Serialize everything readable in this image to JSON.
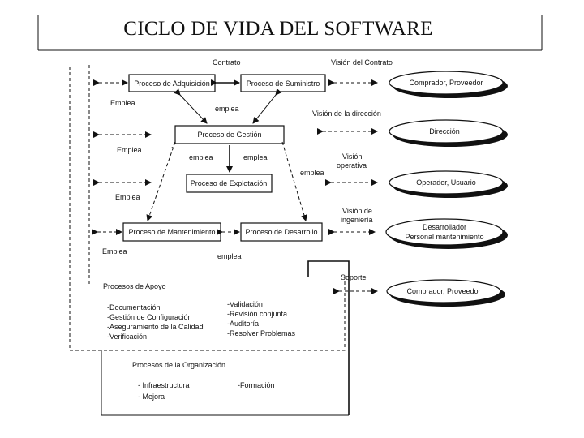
{
  "title": "CICLO DE VIDA DEL SOFTWARE",
  "processes": {
    "adquisicion": "Proceso de Adquisición",
    "suministro": "Proceso de Suministro",
    "gestion": "Proceso de Gestión",
    "explotacion": "Proceso de Explotación",
    "mantenimiento": "Proceso de Mantenimiento",
    "desarrollo": "Proceso de Desarrollo"
  },
  "actors": {
    "comprador1": "Comprador, Proveedor",
    "direccion": "Dirección",
    "operador": "Operador, Usuario",
    "desarrollador_line1": "Desarrollador",
    "desarrollador_line2": "Personal mantenimiento",
    "comprador2": "Comprador, Proveedor"
  },
  "labels": {
    "contrato": "Contrato",
    "vision_contrato": "Visión del Contrato",
    "emplea_1": "Emplea",
    "emplea_2": "Emplea",
    "emplea_3": "Emplea",
    "emplea_4": "Emplea",
    "emplea_5": "emplea",
    "emplea_6": "emplea",
    "emplea_gestion": "emplea",
    "emplea_left": "emplea",
    "emplea_right": "emplea",
    "vision_direccion": "Visión de la dirección",
    "vision_operativa_1": "Visión",
    "vision_operativa_2": "operativa",
    "vision_ingenieria_1": "Visión de",
    "vision_ingenieria_2": "ingeniería",
    "soporte": "Soporte"
  },
  "apoyo": {
    "title": "Procesos de Apoyo",
    "left": [
      "-Documentación",
      "-Gestión de Configuración",
      "-Aseguramiento de la Calidad",
      "-Verificación"
    ],
    "right": [
      "-Validación",
      "-Revisión conjunta",
      "-Auditoría",
      "-Resolver Problemas"
    ]
  },
  "organizacion": {
    "title": "Procesos de la Organización",
    "left": [
      "- Infraestructura",
      "- Mejora"
    ],
    "right": [
      "-Formación"
    ]
  }
}
